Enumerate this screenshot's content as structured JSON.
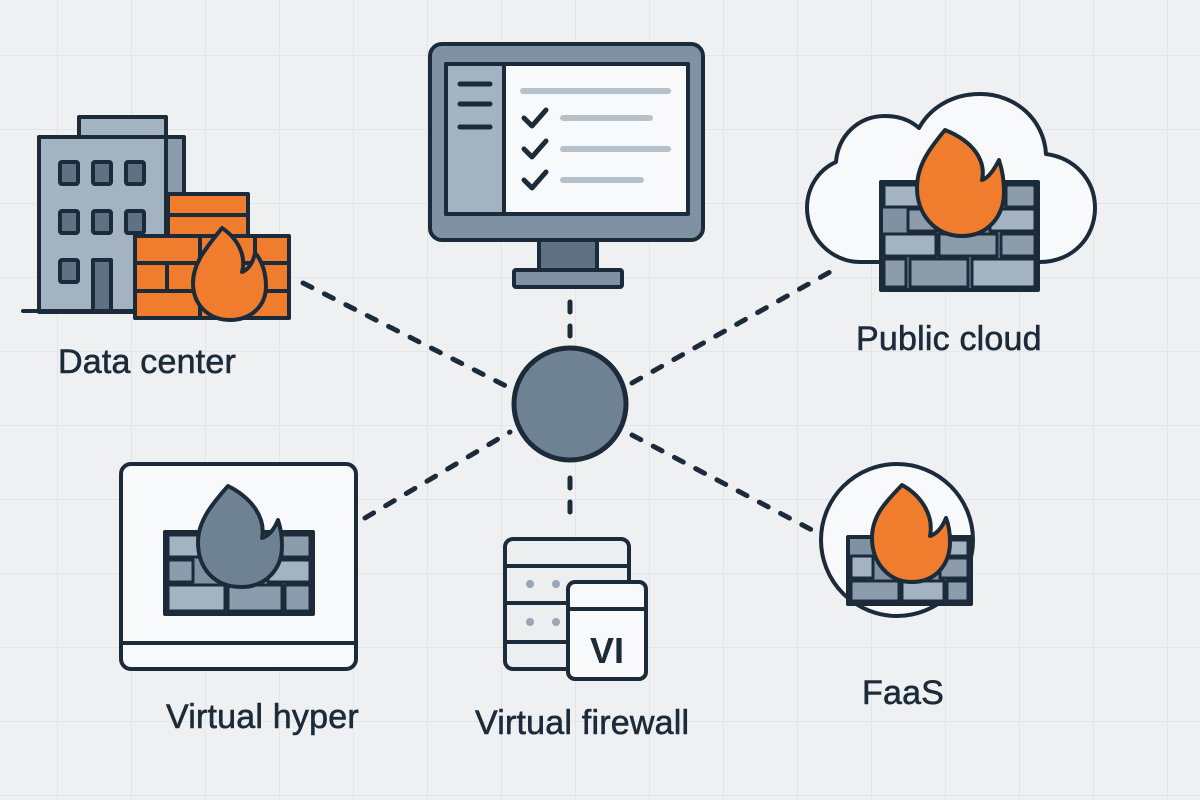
{
  "diagram": {
    "title": "Firewall deployment options",
    "center_node": {
      "name": "hub",
      "fill": "#6f8294"
    },
    "colors": {
      "outline": "#1c2b3a",
      "accent_orange": "#f07c2e",
      "slate_dark": "#5f7283",
      "slate_mid": "#7f92a4",
      "slate_light": "#a4b3c1",
      "panel_white": "#f8f9fa",
      "background": "#eff0f2"
    },
    "nodes": [
      {
        "id": "data-center",
        "label": "Data center",
        "icon": "building-with-firewall-icon"
      },
      {
        "id": "management-console",
        "label": "",
        "icon": "monitor-checklist-icon"
      },
      {
        "id": "public-cloud",
        "label": "Public cloud",
        "icon": "cloud-firewall-icon"
      },
      {
        "id": "virtual-hyper",
        "label": "Virtual hyper",
        "icon": "window-firewall-icon"
      },
      {
        "id": "virtual-firewall",
        "label": "Virtual firewall",
        "icon": "server-vm-icon",
        "badge": "VI"
      },
      {
        "id": "faas",
        "label": "FaaS",
        "icon": "circle-firewall-icon"
      }
    ],
    "edges": [
      {
        "from": "hub",
        "to": "data-center",
        "style": "dashed"
      },
      {
        "from": "hub",
        "to": "management-console",
        "style": "dashed"
      },
      {
        "from": "hub",
        "to": "public-cloud",
        "style": "dashed"
      },
      {
        "from": "hub",
        "to": "virtual-hyper",
        "style": "dashed"
      },
      {
        "from": "hub",
        "to": "virtual-firewall",
        "style": "dashed"
      },
      {
        "from": "hub",
        "to": "faas",
        "style": "dashed"
      }
    ]
  }
}
